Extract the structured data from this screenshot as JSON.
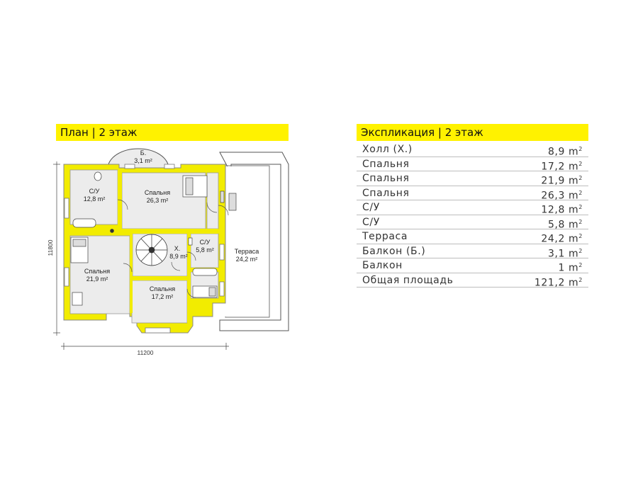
{
  "plan": {
    "title": "План | 2 этаж",
    "dims": {
      "width": "11200",
      "height": "11800"
    },
    "rooms": [
      {
        "id": "wc1",
        "name": "С/У",
        "area": "12,8 m²"
      },
      {
        "id": "bed1",
        "name": "Спальня",
        "area": "26,3 m²"
      },
      {
        "id": "balc",
        "name": "Б.",
        "area": "3,1 m²"
      },
      {
        "id": "bed2",
        "name": "Спальня",
        "area": "21,9 m²"
      },
      {
        "id": "hall",
        "name": "Х.",
        "area": "8,9 m²"
      },
      {
        "id": "wc2",
        "name": "С/У",
        "area": "5,8 m²"
      },
      {
        "id": "terr",
        "name": "Терраса",
        "area": "24,2 m²"
      },
      {
        "id": "bed3",
        "name": "Спальня",
        "area": "17,2 m²"
      }
    ]
  },
  "explication": {
    "title": "Экспликация | 2 этаж",
    "rows": [
      {
        "name": "Холл (Х.)",
        "value": "8,9 m",
        "sup": "2"
      },
      {
        "name": "Спальня",
        "value": "17,2 m",
        "sup": "2"
      },
      {
        "name": "Спальня",
        "value": "21,9 m",
        "sup": "2"
      },
      {
        "name": "Спальня",
        "value": "26,3 m",
        "sup": "2"
      },
      {
        "name": "С/У",
        "value": "12,8 m",
        "sup": "2"
      },
      {
        "name": "С/У",
        "value": "5,8 m",
        "sup": "2"
      },
      {
        "name": "Терраса",
        "value": "24,2 m",
        "sup": "2"
      },
      {
        "name": "Балкон (Б.)",
        "value": "3,1 m",
        "sup": "2"
      },
      {
        "name": "Балкон",
        "value": "1 m",
        "sup": "2"
      },
      {
        "name": "Общая площадь",
        "value": "121,2 m",
        "sup": "2"
      }
    ]
  },
  "colors": {
    "accent": "#fff200",
    "wall": "#f2ec00",
    "floor": "#ececec"
  }
}
